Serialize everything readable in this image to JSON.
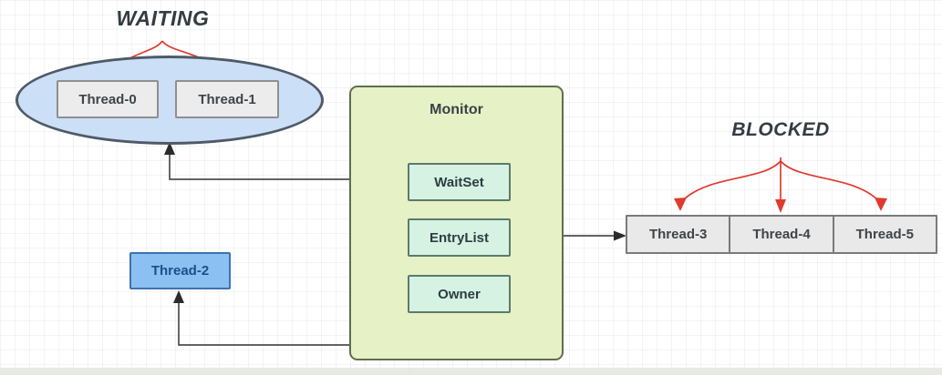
{
  "labels": {
    "waiting": "WAITING",
    "blocked": "BLOCKED"
  },
  "monitor": {
    "title": "Monitor",
    "slots": [
      {
        "label": "WaitSet"
      },
      {
        "label": "EntryList"
      },
      {
        "label": "Owner"
      }
    ]
  },
  "waiting_threads": [
    {
      "label": "Thread-0"
    },
    {
      "label": "Thread-1"
    }
  ],
  "owner_thread": {
    "label": "Thread-2"
  },
  "blocked_threads": [
    {
      "label": "Thread-3"
    },
    {
      "label": "Thread-4"
    },
    {
      "label": "Thread-5"
    }
  ],
  "colors": {
    "accent_red": "#e03a2f",
    "wait_ellipse_fill": "#cbdff6",
    "wait_ellipse_border": "#4e5a68",
    "monitor_fill": "#e6f2c6",
    "monitor_border": "#5f6e51",
    "slot_fill": "#d6f2e2",
    "slot_border": "#5c7a6c",
    "thread_gray_fill": "#ececec",
    "thread_gray_border": "#8f8f8f",
    "owner_thread_fill": "#8ac0f2",
    "owner_thread_border": "#3d72ad",
    "connector": "#4d4d4d"
  }
}
